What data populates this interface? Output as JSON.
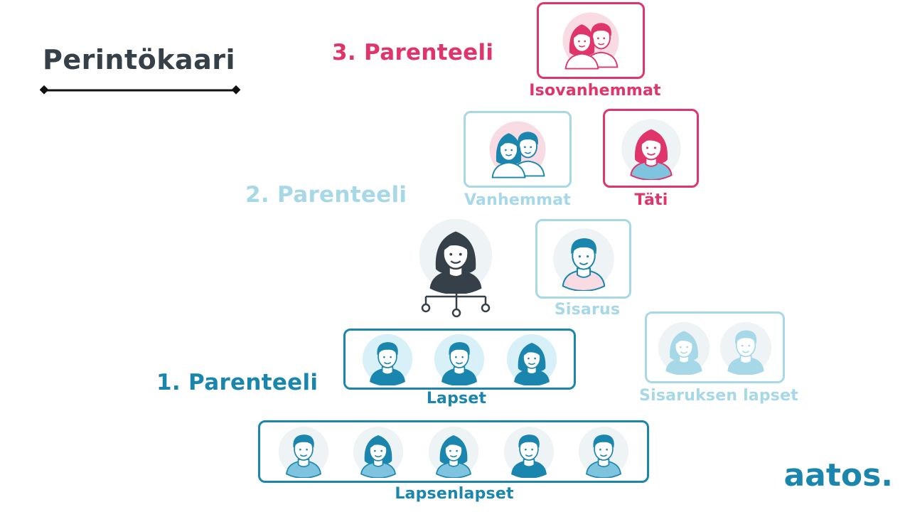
{
  "title": "Perintökaari",
  "headings": {
    "third": "3. Parenteeli",
    "second": "2. Parenteeli",
    "first": "1. Parenteeli"
  },
  "labels": {
    "grandparents": "Isovanhemmat",
    "parents": "Vanhemmat",
    "aunt": "Täti",
    "sibling": "Sisarus",
    "children": "Lapset",
    "sibling_children": "Sisaruksen lapset",
    "grandchildren": "Lapsenlapset"
  },
  "logo": "aatos.",
  "colors": {
    "pink": "#e0356a",
    "light_blue": "#a7d8e8",
    "blue": "#1a86ad",
    "dark": "#354049"
  }
}
